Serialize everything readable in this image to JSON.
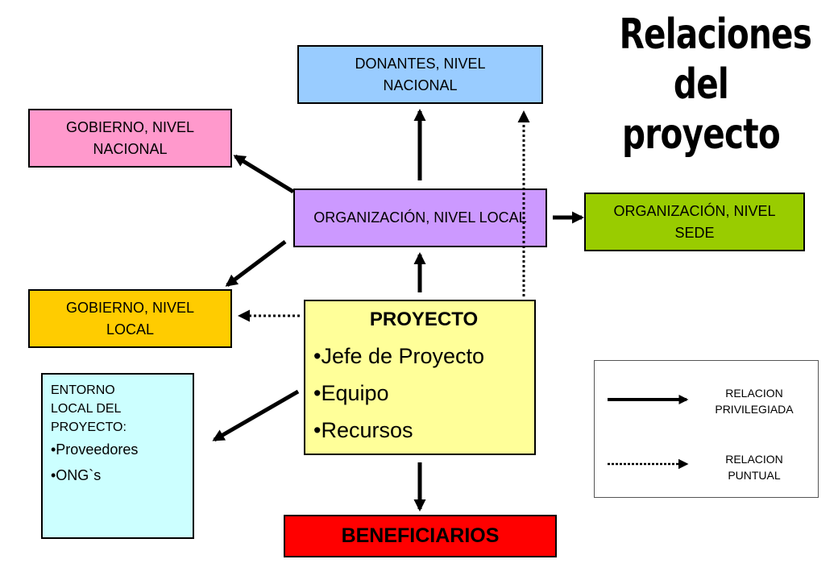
{
  "title": [
    "Relaciones",
    "del",
    "proyecto"
  ],
  "boxes": {
    "donantes": "DONANTES, NIVEL NACIONAL",
    "gobierno_nacional": "GOBIERNO, NIVEL NACIONAL",
    "organizacion_local": "ORGANIZACIÓN, NIVEL LOCAL",
    "organizacion_sede": "ORGANIZACIÓN, NIVEL SEDE",
    "gobierno_local": "GOBIERNO, NIVEL LOCAL",
    "proyecto": {
      "heading": "PROYECTO",
      "items": [
        "•Jefe de Proyecto",
        "•Equipo",
        "•Recursos"
      ]
    },
    "entorno": {
      "heading": "ENTORNO LOCAL DEL PROYECTO:",
      "items": [
        "•Proveedores",
        "•ONG`s"
      ]
    },
    "beneficiarios": "BENEFICIARIOS"
  },
  "legend": {
    "privilegiada": "RELACION PRIVILEGIADA",
    "puntual": "RELACION PUNTUAL"
  },
  "colors": {
    "donantes": "#99ccff",
    "gobierno_nacional": "#ff99cc",
    "organizacion_local": "#cc99ff",
    "organizacion_sede": "#99cc00",
    "gobierno_local": "#ffcc00",
    "proyecto": "#ffff99",
    "entorno": "#ccffff",
    "beneficiarios": "#ff0000"
  }
}
